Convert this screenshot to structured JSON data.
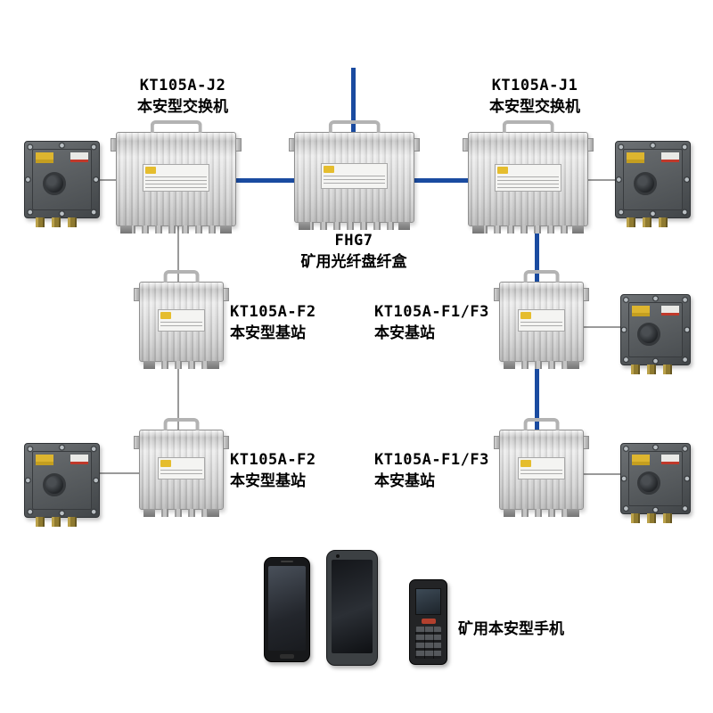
{
  "nodes": {
    "switch_left": {
      "model": "KT105A-J2",
      "type": "本安型交换机"
    },
    "switch_right": {
      "model": "KT105A-J1",
      "type": "本安型交换机"
    },
    "fiber_box": {
      "model": "FHG7",
      "type": "矿用光纤盘纤盒"
    },
    "base_mid_left": {
      "model": "KT105A-F2",
      "type": "本安型基站"
    },
    "base_mid_right": {
      "model": "KT105A-F1/F3",
      "type": "本安基站"
    },
    "base_bottom_left": {
      "model": "KT105A-F2",
      "type": "本安型基站"
    },
    "base_bottom_right": {
      "model": "KT105A-F1/F3",
      "type": "本安基站"
    },
    "handset": {
      "label": "矿用本安型手机"
    }
  },
  "colors": {
    "fiber_link": "#1a4ba0",
    "cable_link": "#9a9a9a",
    "steel_body": "#d6d6d6",
    "junction_body": "#54585b"
  }
}
